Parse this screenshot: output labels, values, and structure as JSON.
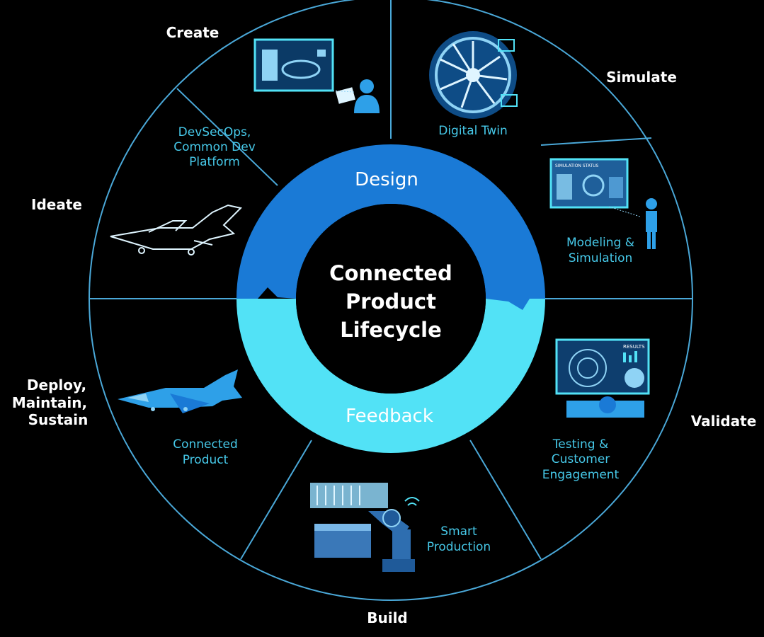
{
  "center": {
    "lines": [
      "Connected",
      "Product",
      "Lifecycle"
    ]
  },
  "ring": {
    "top": "Design",
    "bottom": "Feedback"
  },
  "phases": {
    "create": "Create",
    "simulate": "Simulate",
    "ideate": "Ideate",
    "validate": "Validate",
    "deploy": [
      "Deploy,",
      "Maintain,",
      "Sustain"
    ],
    "build": "Build"
  },
  "segments": {
    "devsecops": [
      "DevSecOps,",
      "Common Dev",
      "Platform"
    ],
    "digital_twin": "Digital Twin",
    "modeling": [
      "Modeling &",
      "Simulation"
    ],
    "testing": [
      "Testing &",
      "Customer",
      "Engagement"
    ],
    "smart_production": [
      "Smart",
      "Production"
    ],
    "connected_product": [
      "Connected",
      "Product"
    ]
  },
  "screen_labels": {
    "simulation_status": "SIMULATION STATUS",
    "results": "RESULTS"
  },
  "colors": {
    "background": "#000000",
    "outline": "#4aa8d8",
    "design_ring": "#1a7ad6",
    "feedback_ring": "#52e2f6",
    "label_cyan": "#46c8e8"
  }
}
